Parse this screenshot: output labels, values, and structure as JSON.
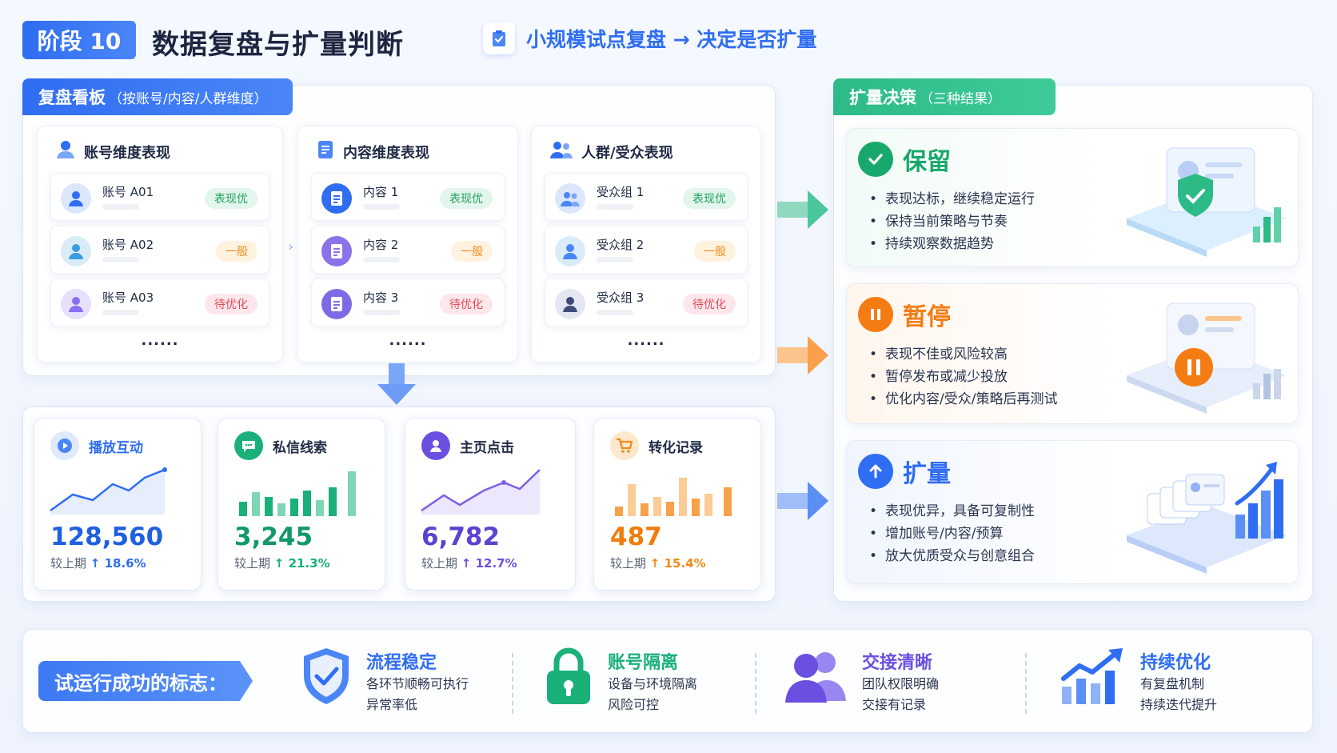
{
  "header": {
    "stage": "阶段 10",
    "title": "数据复盘与扩量判断",
    "subtitle": "小规模试点复盘 → 决定是否扩量"
  },
  "review_board": {
    "tab_title": "复盘看板",
    "tab_note": "（按账号/内容/人群维度）",
    "columns": [
      {
        "title": "账号维度表现",
        "icon": "user-icon",
        "rows": [
          {
            "name": "账号 A01",
            "status": "表现优",
            "level": "good"
          },
          {
            "name": "账号 A02",
            "status": "一般",
            "level": "mid"
          },
          {
            "name": "账号 A03",
            "status": "待优化",
            "level": "bad"
          }
        ],
        "more": "......"
      },
      {
        "title": "内容维度表现",
        "icon": "document-icon",
        "rows": [
          {
            "name": "内容 1",
            "status": "表现优",
            "level": "good"
          },
          {
            "name": "内容 2",
            "status": "一般",
            "level": "mid"
          },
          {
            "name": "内容 3",
            "status": "待优化",
            "level": "bad"
          }
        ],
        "more": "......"
      },
      {
        "title": "人群/受众表现",
        "icon": "group-icon",
        "rows": [
          {
            "name": "受众组 1",
            "status": "表现优",
            "level": "good"
          },
          {
            "name": "受众组 2",
            "status": "一般",
            "level": "mid"
          },
          {
            "name": "受众组 3",
            "status": "待优化",
            "level": "bad"
          }
        ],
        "more": "......"
      }
    ]
  },
  "metrics": [
    {
      "label": "播放互动",
      "value": "128,560",
      "delta_prefix": "较上期",
      "delta": "↑ 18.6%",
      "color": "#2f6df2",
      "icon": "play-icon"
    },
    {
      "label": "私信线索",
      "value": "3,245",
      "delta_prefix": "较上期",
      "delta": "↑ 21.3%",
      "color": "#19b07a",
      "icon": "chat-icon"
    },
    {
      "label": "主页点击",
      "value": "6,782",
      "delta_prefix": "较上期",
      "delta": "↑ 12.7%",
      "color": "#6a4fe0",
      "icon": "profile-icon"
    },
    {
      "label": "转化记录",
      "value": "487",
      "delta_prefix": "较上期",
      "delta": "↑ 15.4%",
      "color": "#f08a1a",
      "icon": "cart-icon"
    }
  ],
  "decision": {
    "tab_title": "扩量决策",
    "tab_note": "（三种结果）",
    "options": [
      {
        "title": "保留",
        "color": "#18a86b",
        "icon": "check-circle-icon",
        "points": [
          "表现达标，继续稳定运行",
          "保持当前策略与节奏",
          "持续观察数据趋势"
        ]
      },
      {
        "title": "暂停",
        "color": "#f47c12",
        "icon": "pause-circle-icon",
        "points": [
          "表现不佳或风险较高",
          "暂停发布或减少投放",
          "优化内容/受众/策略后再测试"
        ]
      },
      {
        "title": "扩量",
        "color": "#2f6df2",
        "icon": "arrow-up-circle-icon",
        "points": [
          "表现优异，具备可复制性",
          "增加账号/内容/预算",
          "放大优质受众与创意组合"
        ]
      }
    ]
  },
  "success": {
    "label": "试运行成功的标志：",
    "items": [
      {
        "title": "流程稳定",
        "lines": [
          "各环节顺畅可执行",
          "异常率低"
        ],
        "icon": "shield-check-icon"
      },
      {
        "title": "账号隔离",
        "lines": [
          "设备与环境隔离",
          "风险可控"
        ],
        "icon": "lock-icon"
      },
      {
        "title": "交接清晰",
        "lines": [
          "团队权限明确",
          "交接有记录"
        ],
        "icon": "team-icon"
      },
      {
        "title": "持续优化",
        "lines": [
          "有复盘机制",
          "持续迭代提升"
        ],
        "icon": "growth-chart-icon"
      }
    ]
  }
}
